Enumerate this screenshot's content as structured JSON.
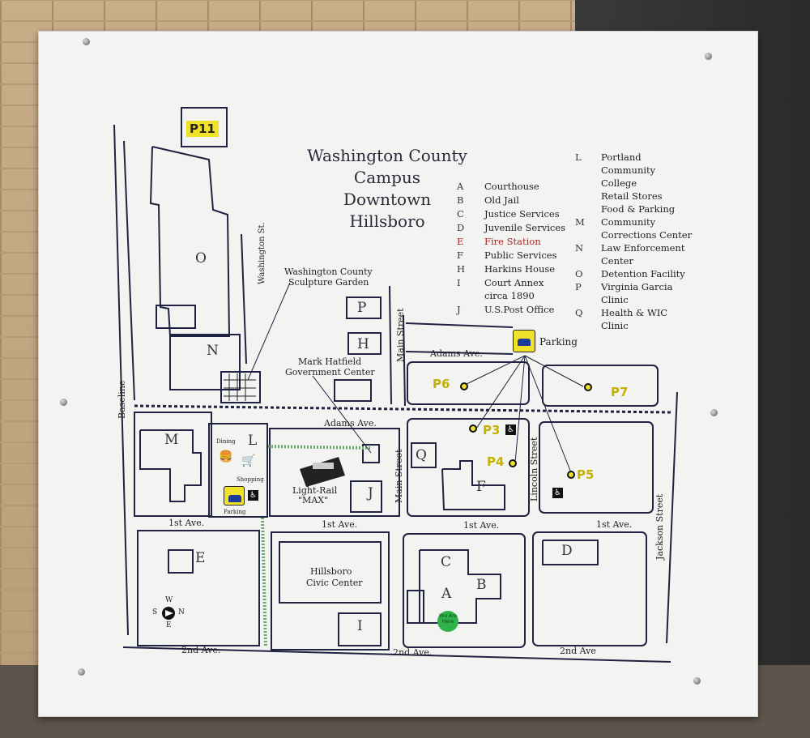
{
  "map": {
    "title_lines": [
      "Washington County",
      "Campus",
      "Downtown",
      "Hillsboro"
    ],
    "legend_left": [
      {
        "key": "A",
        "value": "Courthouse"
      },
      {
        "key": "B",
        "value": "Old Jail"
      },
      {
        "key": "C",
        "value": "Justice Services"
      },
      {
        "key": "D",
        "value": "Juvenile Services"
      },
      {
        "key": "E",
        "value": "Fire Station"
      },
      {
        "key": "F",
        "value": "Public Services"
      },
      {
        "key": "H",
        "value": "Harkins House"
      },
      {
        "key": "I",
        "value": "Court Annex"
      },
      {
        "key": "",
        "value": "circa 1890"
      },
      {
        "key": "J",
        "value": "U.S.Post Office"
      }
    ],
    "legend_right": [
      {
        "key": "L",
        "value": "Portland"
      },
      {
        "key": "",
        "value": "Community"
      },
      {
        "key": "",
        "value": "College"
      },
      {
        "key": "",
        "value": "Retail Stores"
      },
      {
        "key": "",
        "value": "Food & Parking"
      },
      {
        "key": "M",
        "value": "Community"
      },
      {
        "key": "",
        "value": "Corrections Center"
      },
      {
        "key": "N",
        "value": "Law Enforcement"
      },
      {
        "key": "",
        "value": "Center"
      },
      {
        "key": "O",
        "value": "Detention Facility"
      },
      {
        "key": "P",
        "value": "Virginia Garcia"
      },
      {
        "key": "",
        "value": "Clinic"
      },
      {
        "key": "Q",
        "value": "Health & WIC"
      },
      {
        "key": "",
        "value": "Clinic"
      }
    ],
    "buildings": {
      "O": "O",
      "N": "N",
      "M": "M",
      "L": "L",
      "P": "P",
      "H": "H",
      "Q": "Q",
      "F": "F",
      "J": "J",
      "E": "E",
      "C": "C",
      "B": "B",
      "A": "A",
      "D": "D",
      "I": "I"
    },
    "parking": {
      "P11": "P11",
      "P6": "P6",
      "P7": "P7",
      "P3": "P3",
      "P4": "P4",
      "P5": "P5",
      "label": "Parking"
    },
    "streets": {
      "adams_upper": "Adams Ave.",
      "adams_lower": "Adams Ave.",
      "first_a": "1st Ave.",
      "first_b": "1st Ave.",
      "first_c": "1st Ave.",
      "first_d": "1st Ave.",
      "second_a": "2nd Ave.",
      "second_b": "2nd Ave.",
      "second_c": "2nd Ave",
      "baseline": "Baseline",
      "washington": "Washington St.",
      "main_upper": "Main Street",
      "main_lower": "Main Street",
      "lincoln": "Lincoln Street",
      "jackson": "Jackson Street"
    },
    "places": {
      "sculpture_1": "Washington County",
      "sculpture_2": "Sculpture Garden",
      "hatfield_1": "Mark Hatfield",
      "hatfield_2": "Government Center",
      "lightrail_1": "Light-Rail",
      "lightrail_2": "\"MAX\"",
      "civic_1": "Hillsboro",
      "civic_2": "Civic Center",
      "dining": "Dining",
      "shopping": "Shopping",
      "l_parking": "Parking",
      "you_are_here": "You Are Here"
    },
    "compass": {
      "w": "W",
      "s": "S",
      "n": "N",
      "e": "E"
    }
  }
}
